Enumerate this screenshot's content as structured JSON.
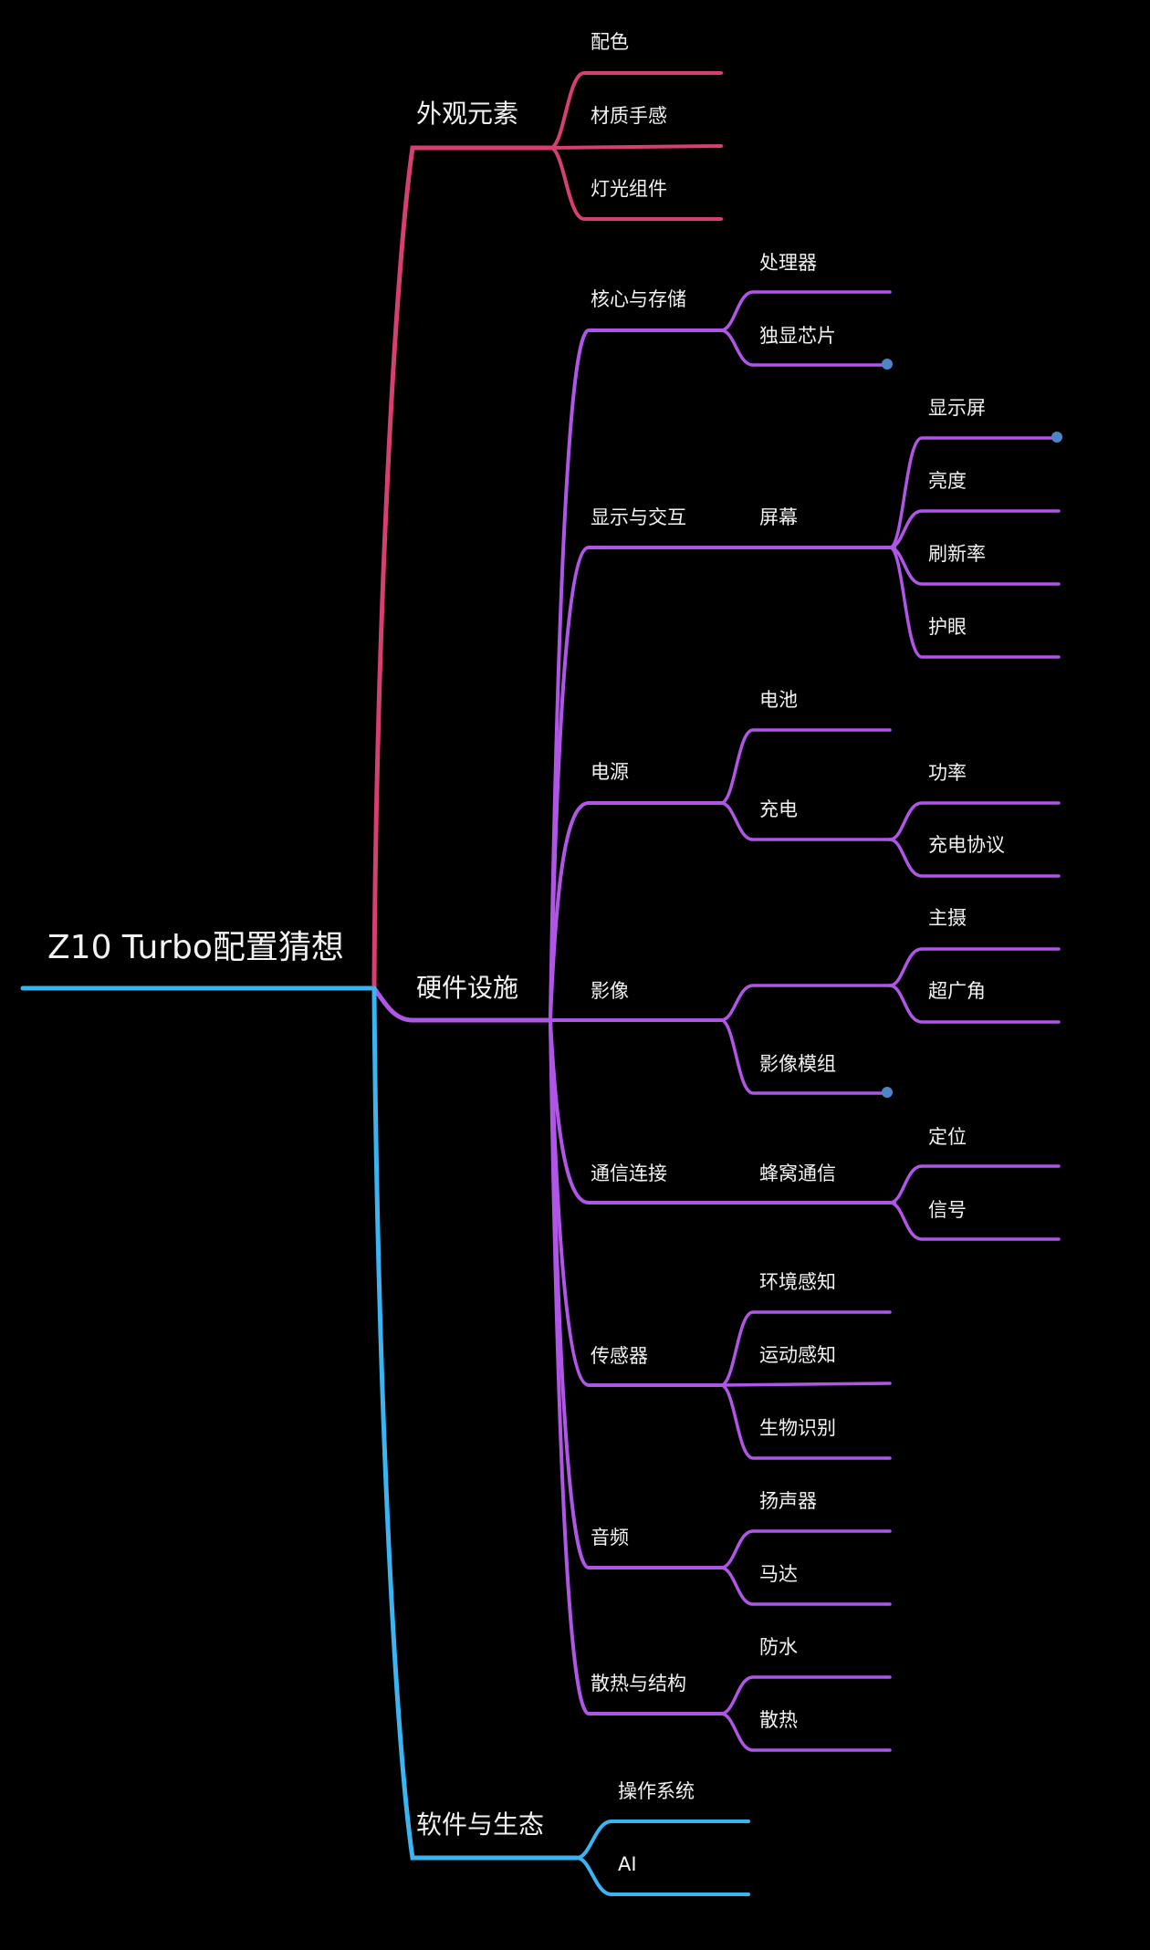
{
  "colors": {
    "background": "#000000",
    "root_branch": "#3bb4f2",
    "appearance_branch": "#d63f72",
    "hardware_branch": "#b056e6",
    "software_branch": "#3bb4f2",
    "marker_dot": "#4a86c9",
    "text": "#f2f2f2"
  },
  "mindmap": {
    "root": {
      "label": "Z10 Turbo配置猜想"
    },
    "appearance": {
      "label": "外观元素",
      "children": [
        "配色",
        "材质手感",
        "灯光组件"
      ]
    },
    "hardware": {
      "label": "硬件设施",
      "groups": [
        {
          "label": "核心与存储",
          "children": [
            "处理器",
            "独显芯片"
          ]
        },
        {
          "label": "显示与交互",
          "children": [
            "屏幕"
          ],
          "sub": [
            "显示屏",
            "亮度",
            "刷新率",
            "护眼"
          ]
        },
        {
          "label": "电源",
          "children": [
            "电池",
            "充电"
          ],
          "sub": [
            "功率",
            "充电协议"
          ]
        },
        {
          "label": "影像",
          "children": [
            "超广角"
          ],
          "sub_top": "主摄",
          "extra": "影像模组"
        },
        {
          "label": "通信连接",
          "children": [
            "蜂窝通信"
          ],
          "sub": [
            "定位",
            "信号"
          ]
        },
        {
          "label": "传感器",
          "children": [
            "环境感知",
            "运动感知",
            "生物识别"
          ]
        },
        {
          "label": "音频",
          "children": [
            "扬声器",
            "马达"
          ]
        },
        {
          "label": "散热与结构",
          "children": [
            "防水",
            "散热"
          ]
        }
      ]
    },
    "software": {
      "label": "软件与生态",
      "children": [
        "操作系统",
        "AI"
      ]
    }
  }
}
